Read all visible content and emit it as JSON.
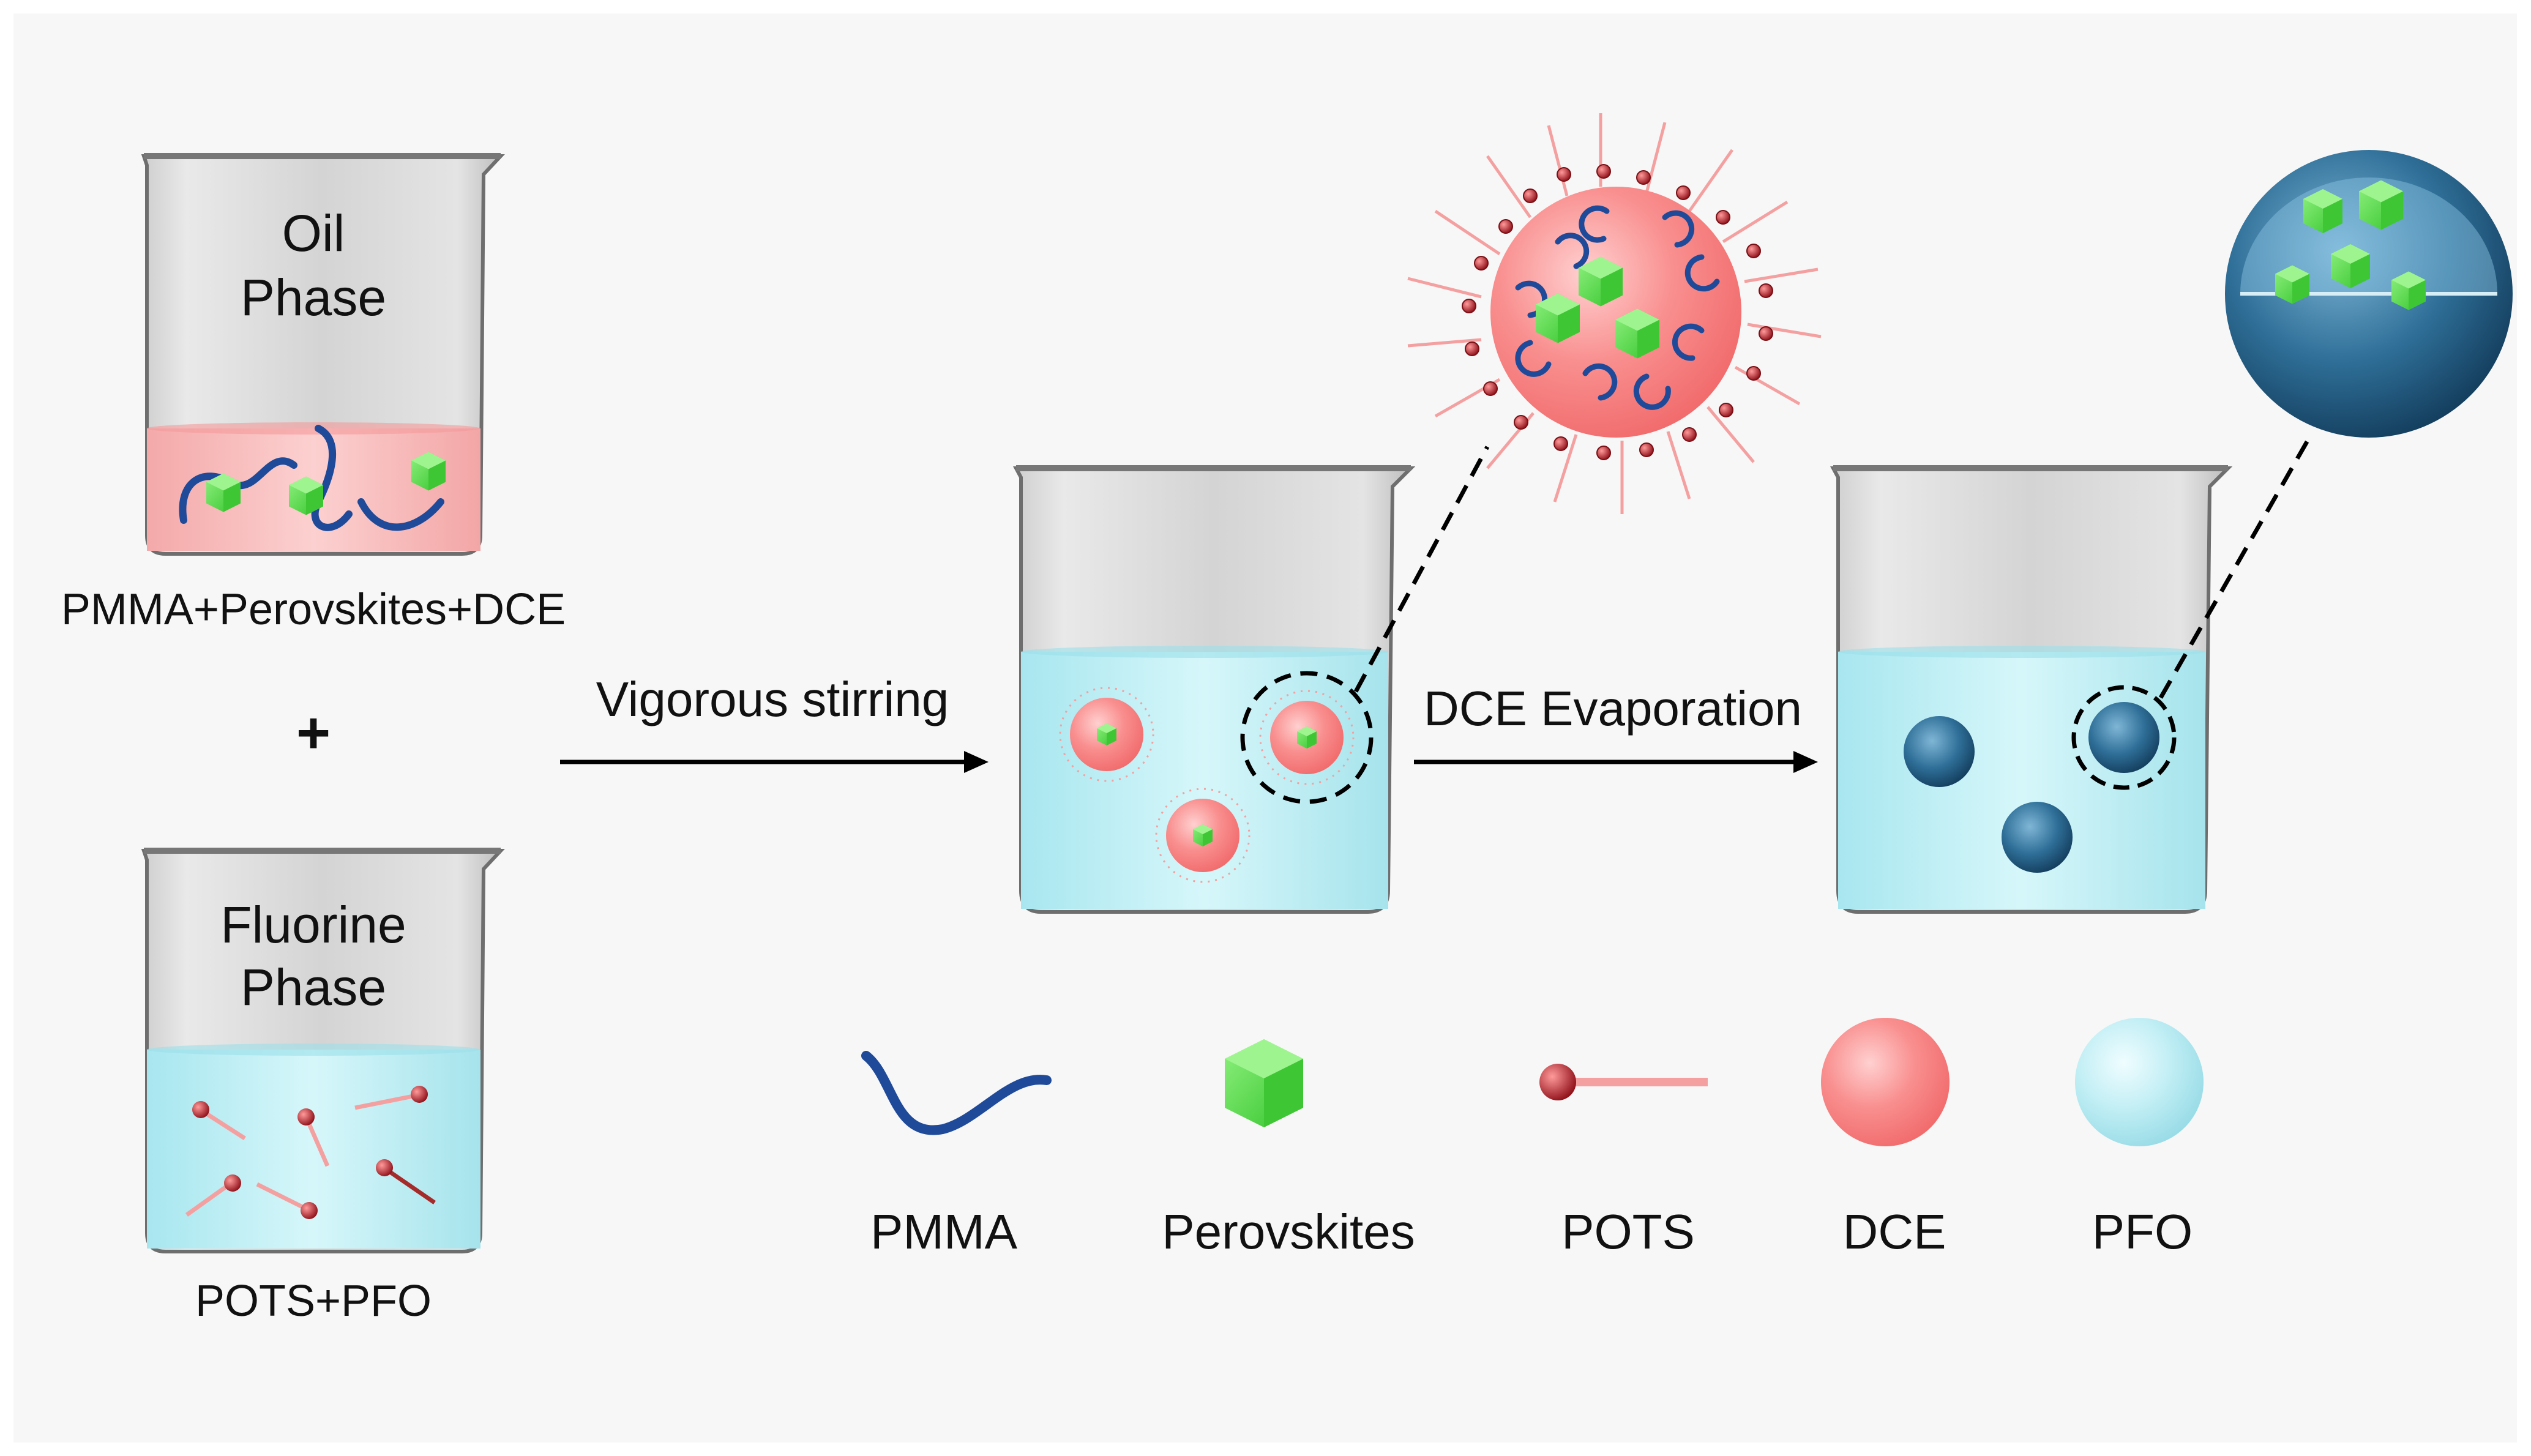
{
  "beakers": {
    "oil": {
      "title_line1": "Oil",
      "title_line2": "Phase",
      "caption": "PMMA+Perovskites+DCE"
    },
    "fluorine": {
      "title_line1": "Fluorine",
      "title_line2": "Phase",
      "caption": "POTS+PFO"
    }
  },
  "plus_sign": "+",
  "steps": {
    "stirring": "Vigorous stirring",
    "evaporation": "DCE Evaporation"
  },
  "legend": [
    {
      "key": "pmma",
      "label": "PMMA"
    },
    {
      "key": "perovskites",
      "label": "Perovskites"
    },
    {
      "key": "pots",
      "label": "POTS"
    },
    {
      "key": "dce",
      "label": "DCE"
    },
    {
      "key": "pfo",
      "label": "PFO"
    }
  ],
  "colors": {
    "background_panel": "#f7f7f7",
    "oil_liquid": "#f9b9b9",
    "water_liquid": "#bfeff5",
    "glass_top": "#dcdcdc",
    "pmma": "#1f4a99",
    "perovskite": "#55e04a",
    "pots_head": "#b3202a",
    "pots_tail": "#f4a0a0",
    "dce_sphere": "#f77f80",
    "pfo_sphere": "#aee6ef",
    "product_sphere": "#2e6f96"
  }
}
